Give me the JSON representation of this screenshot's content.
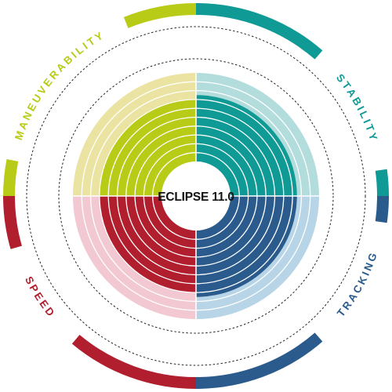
{
  "chart_data": {
    "type": "radial-bar",
    "title": "ECLIPSE 11.0",
    "max_value": 10,
    "categories": [
      {
        "name": "STABILITY",
        "value": 7.5,
        "color": "#0f9a96",
        "light_color": "#b3dcdc"
      },
      {
        "name": "TRACKING",
        "value": 7.5,
        "color": "#2b5b8d",
        "light_color": "#b7d5e6"
      },
      {
        "name": "SPEED",
        "value": 7,
        "color": "#b11f2e",
        "light_color": "#f2c9d2"
      },
      {
        "name": "MANEUVERABILITY",
        "value": 7,
        "color": "#b8cb17",
        "light_color": "#ebe3a2"
      }
    ]
  }
}
